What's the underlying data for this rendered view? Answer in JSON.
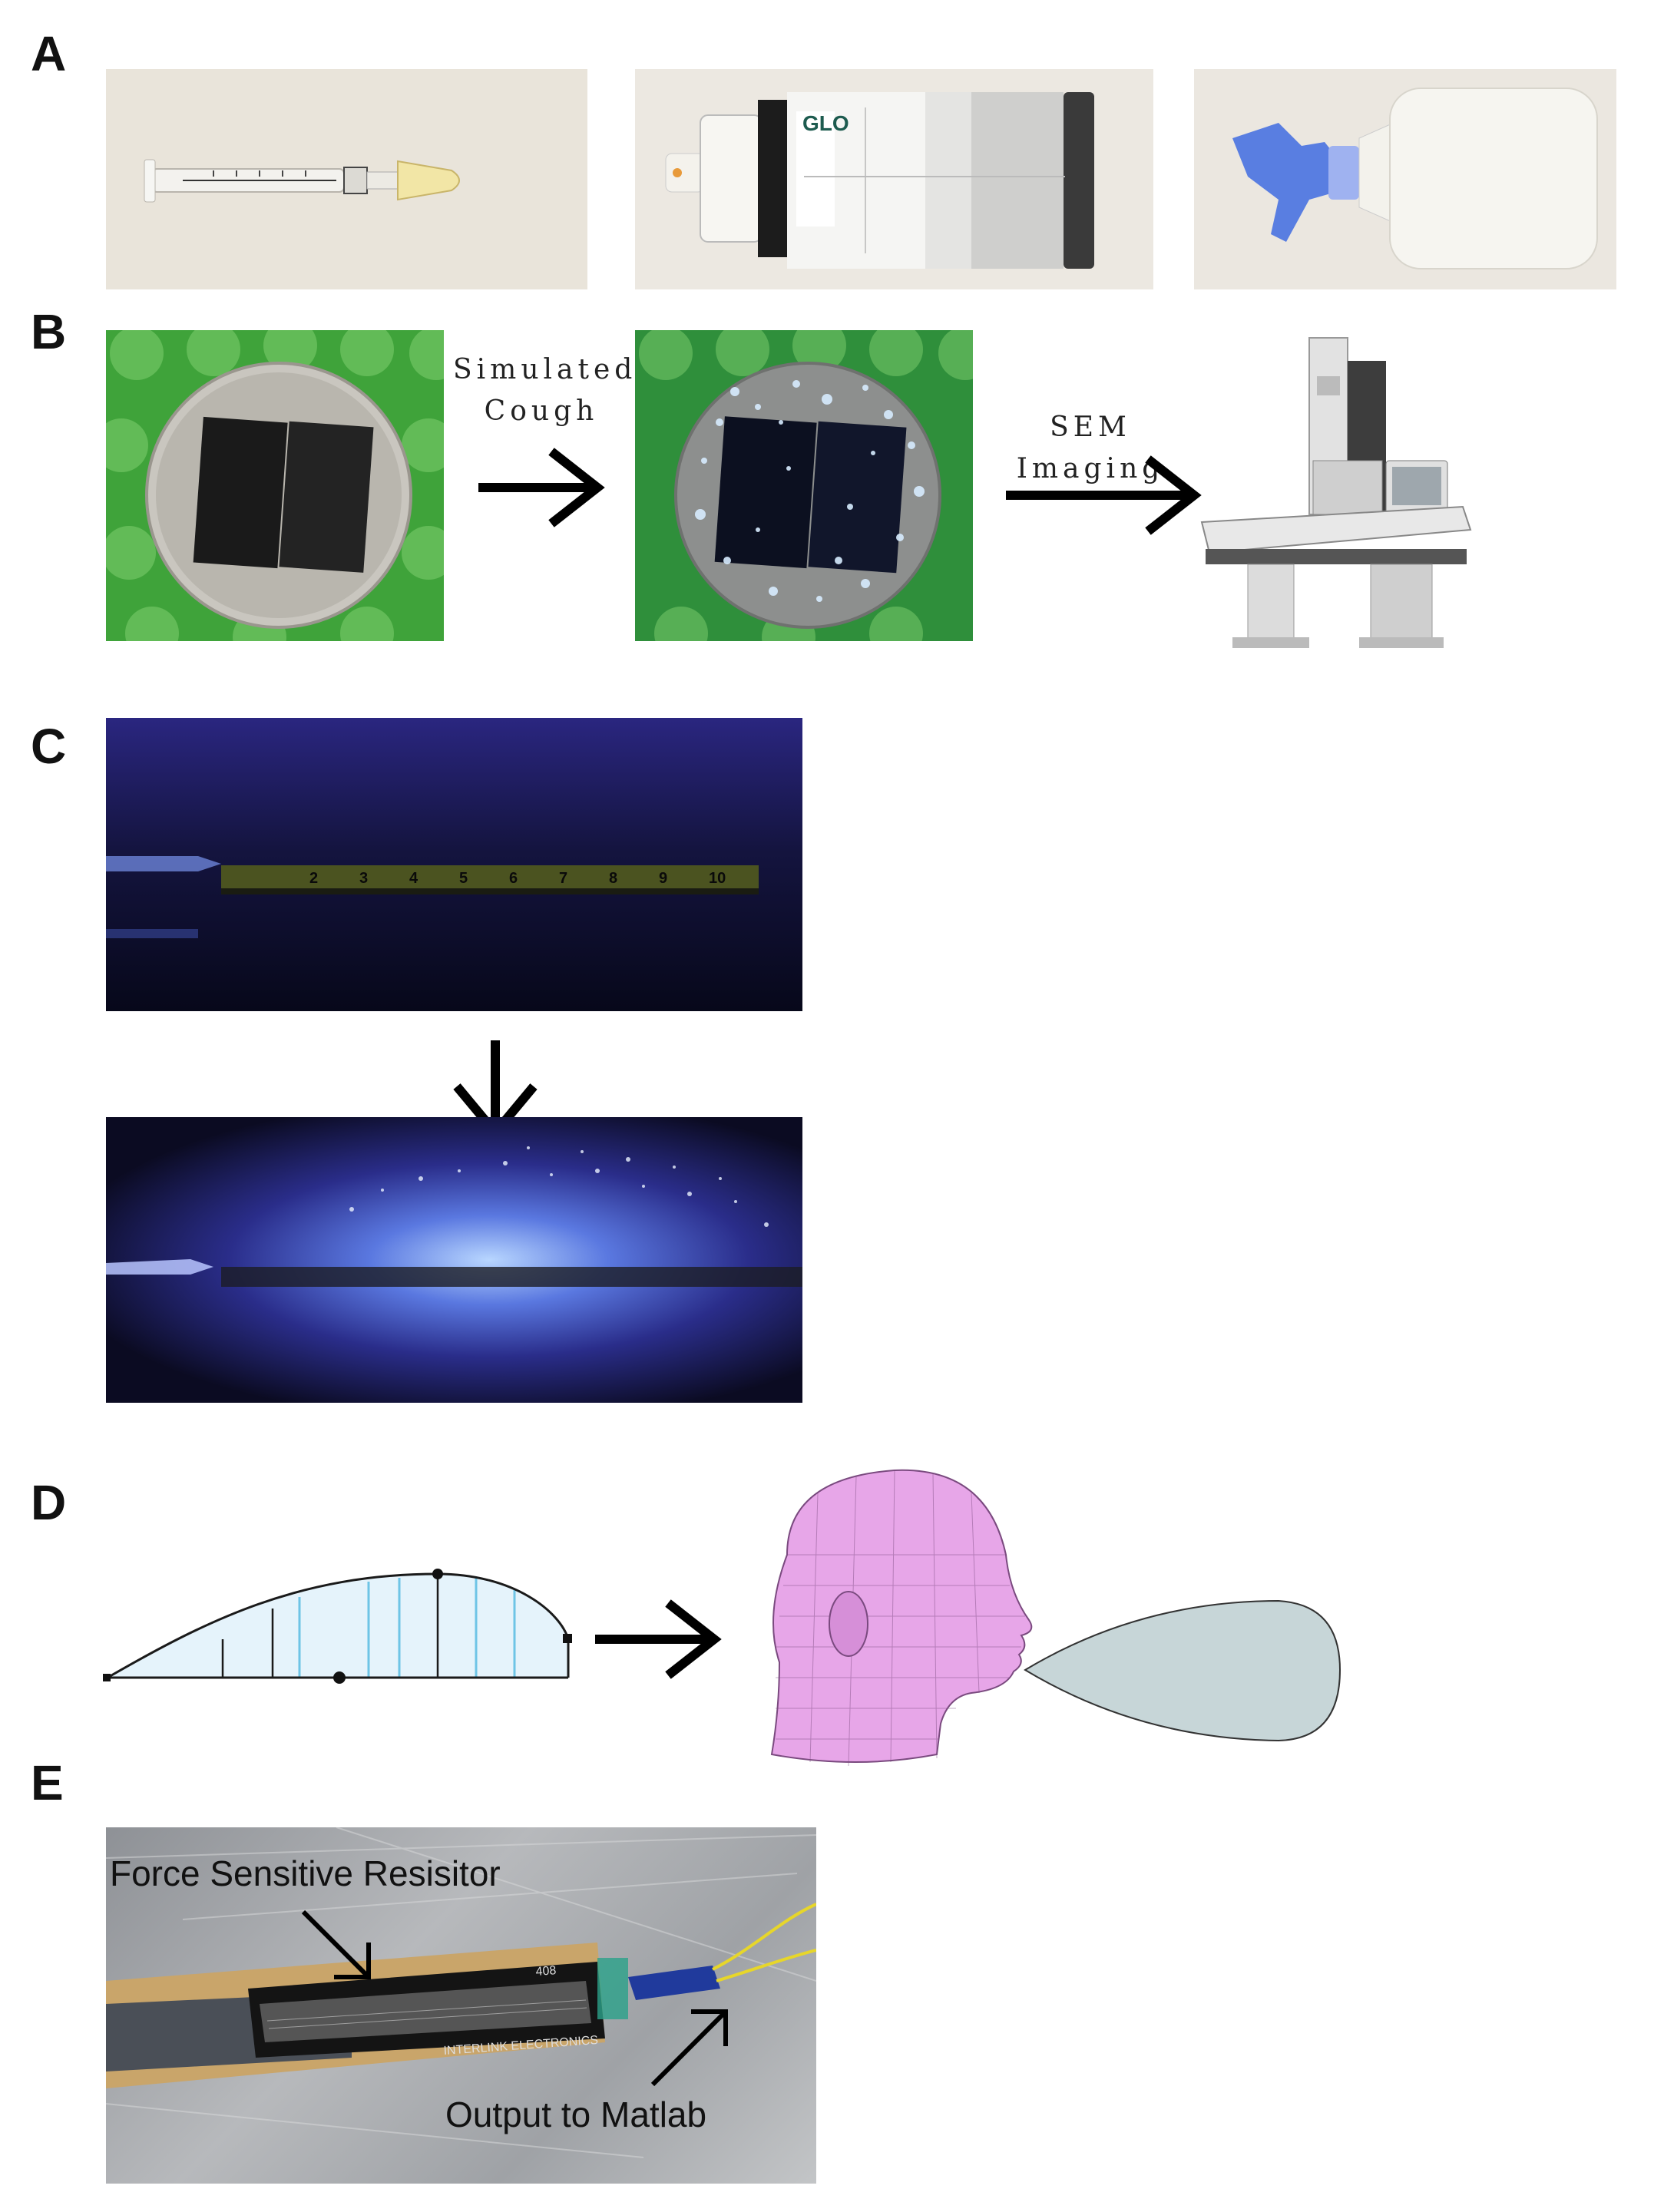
{
  "panels": {
    "a": {
      "letter": "A"
    },
    "b": {
      "letter": "B",
      "caption_cough_line1": "Simulated",
      "caption_cough_line2": "Cough",
      "caption_sem": "SEM Imaging"
    },
    "c": {
      "letter": "C",
      "ruler_ticks": [
        "2",
        "3",
        "4",
        "5",
        "6",
        "7",
        "8",
        "9",
        "10"
      ]
    },
    "d": {
      "letter": "D"
    },
    "e": {
      "letter": "E",
      "label_sensor": "Force Sensitive Resisitor",
      "label_output": "Output to Matlab",
      "sensor_brand": "INTERLINK ELECTRONICS",
      "sensor_model": "408"
    }
  },
  "bottle_label": "GLO",
  "colors": {
    "photo_bg_beige": "#e9e4da",
    "green_mat": "#3fa33a",
    "uv_dark": "#0d0f2a",
    "uv_glow": "#6a5bd6",
    "mesh_pink": "#e7a6e8",
    "plume": "#c7d6d8",
    "profile_fill": "#e5f3fb",
    "profile_line": "#6ec4e6"
  },
  "icons": [
    "syringe-icon",
    "spray-can-icon",
    "spray-bottle-icon",
    "arrow-right-icon",
    "arrow-down-icon",
    "microscope-icon",
    "head-mesh-icon"
  ]
}
